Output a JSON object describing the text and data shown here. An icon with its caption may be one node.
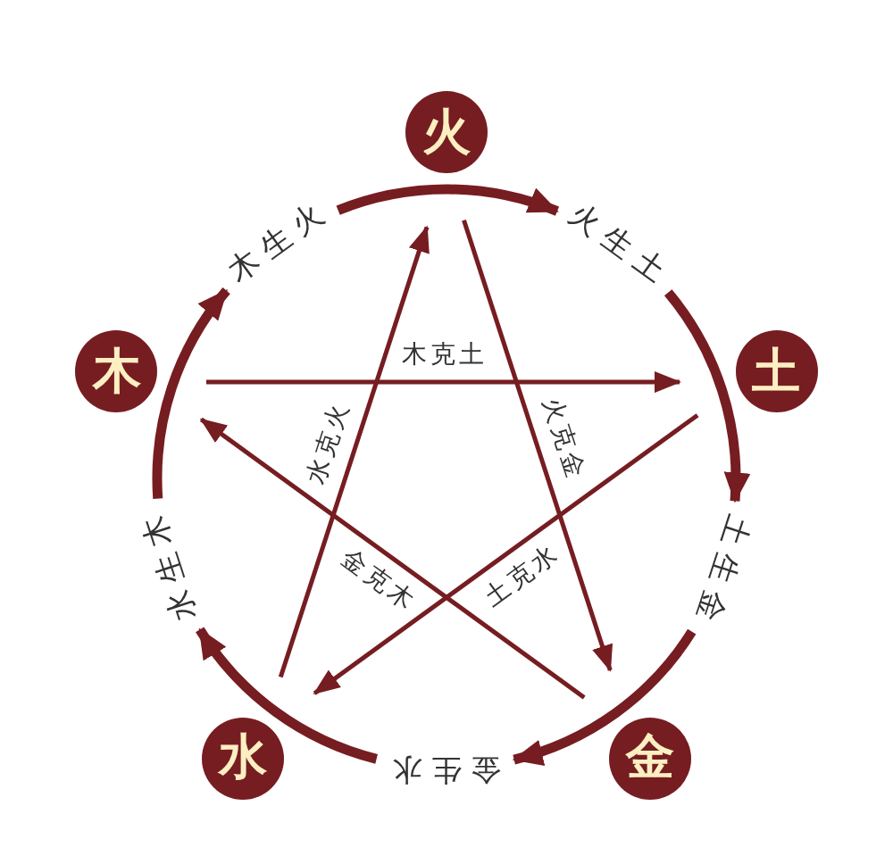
{
  "diagram": {
    "nodes": [
      {
        "text": [
          "火"
        ]
      },
      {
        "text": [
          "木生火"
        ]
      },
      {
        "text": [
          "火生土"
        ]
      },
      {
        "text": [
          "木"
        ]
      },
      {
        "text": [
          "土"
        ]
      },
      {
        "text": [
          "水生木"
        ]
      },
      {
        "text": [
          "土生金"
        ]
      },
      {
        "text": [
          "水"
        ]
      },
      {
        "text": [
          "金生水"
        ]
      },
      {
        "text": [
          "金"
        ]
      }
    ],
    "edges": [
      {
        "from": 5,
        "to": 1,
        "arrow": "to",
        "style": "thick"
      },
      {
        "from": 1,
        "to": 2,
        "arrow": "to",
        "style": "thick"
      },
      {
        "from": 2,
        "to": 6,
        "arrow": "to",
        "style": "thick"
      },
      {
        "from": 6,
        "to": 8,
        "arrow": "to",
        "style": "thick"
      },
      {
        "from": 8,
        "to": 5,
        "arrow": "to",
        "style": "thick"
      },
      {
        "from": 3,
        "to": 4,
        "arrow": "to",
        "label": "木克土"
      },
      {
        "from": 4,
        "to": 7,
        "arrow": "to",
        "label": "土克水"
      },
      {
        "from": 7,
        "to": 0,
        "arrow": "to",
        "label": "水克火"
      },
      {
        "from": 0,
        "to": 9,
        "arrow": "to",
        "label": "火克金"
      },
      {
        "from": 9,
        "to": 3,
        "arrow": "to",
        "label": "金克木"
      }
    ]
  }
}
